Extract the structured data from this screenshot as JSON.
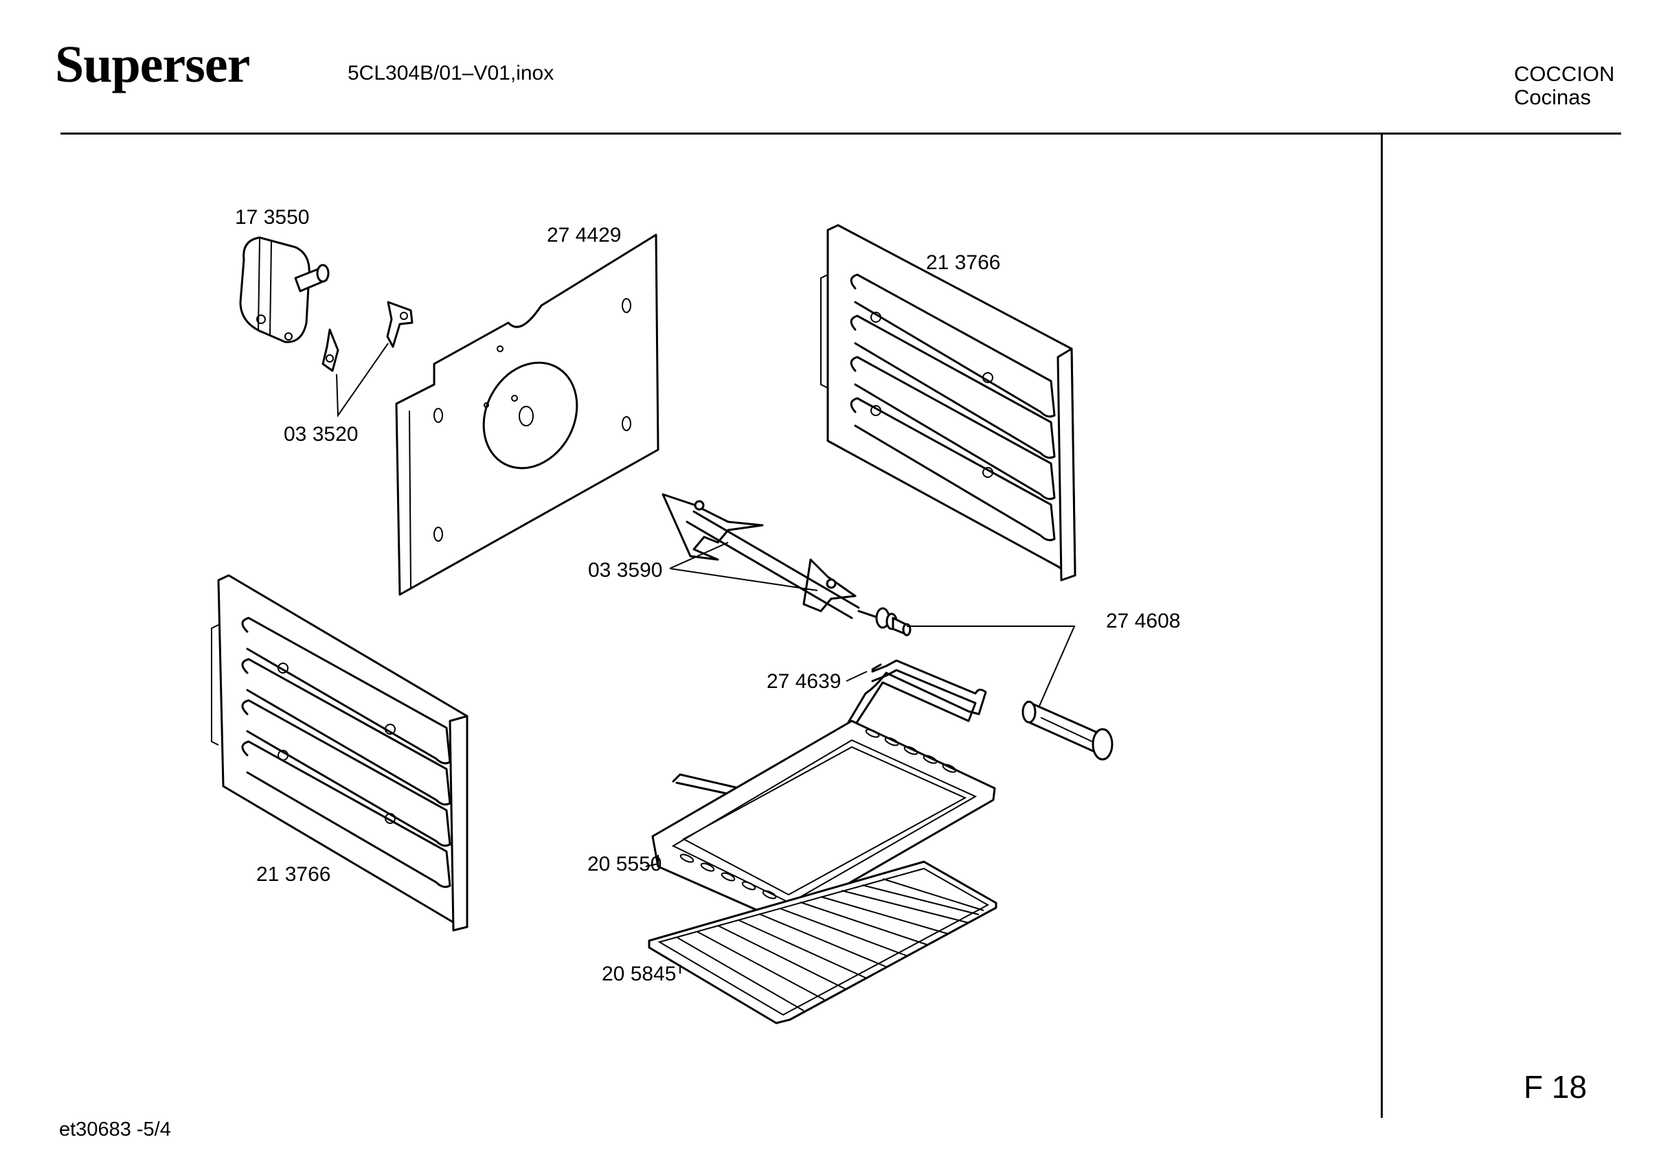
{
  "header": {
    "brand": "Superser",
    "model": "5CL304B/01–V01,inox",
    "category_main": "COCCION",
    "category_sub": "Cocinas"
  },
  "footer": {
    "figure_label": "F 18",
    "reference": "et30683  -5/4"
  },
  "parts": [
    {
      "label": "17 3550"
    },
    {
      "label": "27 4429"
    },
    {
      "label": "21 3766"
    },
    {
      "label": "03 3520"
    },
    {
      "label": "03 3590"
    },
    {
      "label": "27 4608"
    },
    {
      "label": "27 4639"
    },
    {
      "label": "21 3766"
    },
    {
      "label": "20 5550"
    },
    {
      "label": "20 5845"
    }
  ]
}
